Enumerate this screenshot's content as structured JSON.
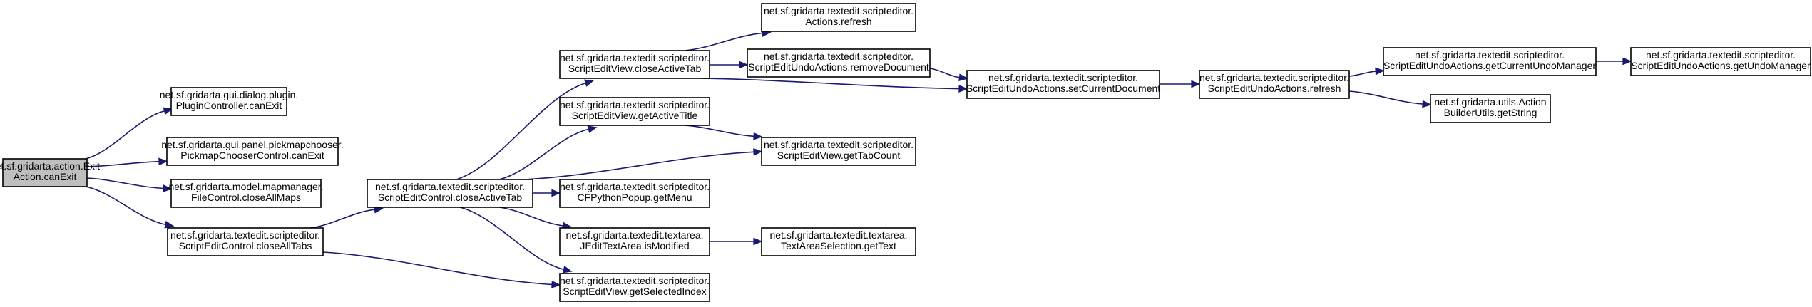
{
  "diagram": {
    "type": "call-graph",
    "colors": {
      "root_fill": "#bfbfbf",
      "node_fill": "#ffffff",
      "edge": "#191970",
      "text": "#000000"
    },
    "nodes": [
      {
        "id": "n0",
        "lines": [
          "net.sf.gridarta.action.Exit",
          "Action.canExit"
        ],
        "root": true
      },
      {
        "id": "n1",
        "lines": [
          "net.sf.gridarta.gui.dialog.plugin.",
          "PluginController.canExit"
        ]
      },
      {
        "id": "n2",
        "lines": [
          "net.sf.gridarta.gui.panel.pickmapchooser.",
          "PickmapChooserControl.canExit"
        ]
      },
      {
        "id": "n3",
        "lines": [
          "net.sf.gridarta.model.mapmanager.",
          "FileControl.closeAllMaps"
        ]
      },
      {
        "id": "n4",
        "lines": [
          "net.sf.gridarta.textedit.scripteditor.",
          "ScriptEditControl.closeAllTabs"
        ]
      },
      {
        "id": "n5",
        "lines": [
          "net.sf.gridarta.textedit.scripteditor.",
          "ScriptEditControl.closeActiveTab"
        ]
      },
      {
        "id": "n6",
        "lines": [
          "net.sf.gridarta.textedit.scripteditor.",
          "ScriptEditView.getSelectedIndex"
        ]
      },
      {
        "id": "n7",
        "lines": [
          "net.sf.gridarta.textedit.scripteditor.",
          "CFPythonPopup.getMenu"
        ]
      },
      {
        "id": "n8",
        "lines": [
          "net.sf.gridarta.textedit.scripteditor.",
          "ScriptEditView.closeActiveTab"
        ]
      },
      {
        "id": "n9",
        "lines": [
          "net.sf.gridarta.textedit.scripteditor.",
          "ScriptEditView.getActiveTitle"
        ]
      },
      {
        "id": "n10",
        "lines": [
          "net.sf.gridarta.textedit.scripteditor.",
          "ScriptEditView.getTabCount"
        ]
      },
      {
        "id": "n11",
        "lines": [
          "net.sf.gridarta.textedit.textarea.",
          "JEditTextArea.isModified"
        ]
      },
      {
        "id": "n12",
        "lines": [
          "net.sf.gridarta.textedit.scripteditor.",
          "Actions.refresh"
        ]
      },
      {
        "id": "n13",
        "lines": [
          "net.sf.gridarta.textedit.scripteditor.",
          "ScriptEditUndoActions.removeDocument"
        ]
      },
      {
        "id": "n14",
        "lines": [
          "net.sf.gridarta.textedit.scripteditor.",
          "ScriptEditUndoActions.setCurrentDocument"
        ]
      },
      {
        "id": "n15",
        "lines": [
          "net.sf.gridarta.textedit.scripteditor.",
          "ScriptEditUndoActions.refresh"
        ]
      },
      {
        "id": "n16",
        "lines": [
          "net.sf.gridarta.textedit.scripteditor.",
          "ScriptEditUndoActions.getCurrentUndoManager"
        ]
      },
      {
        "id": "n17",
        "lines": [
          "net.sf.gridarta.textedit.scripteditor.",
          "ScriptEditUndoActions.getUndoManager"
        ]
      },
      {
        "id": "n18",
        "lines": [
          "net.sf.gridarta.utils.Action",
          "BuilderUtils.getString"
        ]
      },
      {
        "id": "n19",
        "lines": [
          "net.sf.gridarta.textedit.textarea.",
          "TextAreaSelection.getText"
        ]
      }
    ],
    "edges": [
      {
        "from": "n0",
        "to": "n1"
      },
      {
        "from": "n0",
        "to": "n2"
      },
      {
        "from": "n0",
        "to": "n3"
      },
      {
        "from": "n0",
        "to": "n4"
      },
      {
        "from": "n4",
        "to": "n5"
      },
      {
        "from": "n4",
        "to": "n6"
      },
      {
        "from": "n5",
        "to": "n8"
      },
      {
        "from": "n5",
        "to": "n9"
      },
      {
        "from": "n5",
        "to": "n10"
      },
      {
        "from": "n5",
        "to": "n7"
      },
      {
        "from": "n5",
        "to": "n11"
      },
      {
        "from": "n5",
        "to": "n6"
      },
      {
        "from": "n8",
        "to": "n12"
      },
      {
        "from": "n8",
        "to": "n13"
      },
      {
        "from": "n8",
        "to": "n14"
      },
      {
        "from": "n9",
        "to": "n10"
      },
      {
        "from": "n13",
        "to": "n14"
      },
      {
        "from": "n14",
        "to": "n15"
      },
      {
        "from": "n15",
        "to": "n16"
      },
      {
        "from": "n15",
        "to": "n18"
      },
      {
        "from": "n16",
        "to": "n17"
      },
      {
        "from": "n11",
        "to": "n19"
      }
    ]
  }
}
